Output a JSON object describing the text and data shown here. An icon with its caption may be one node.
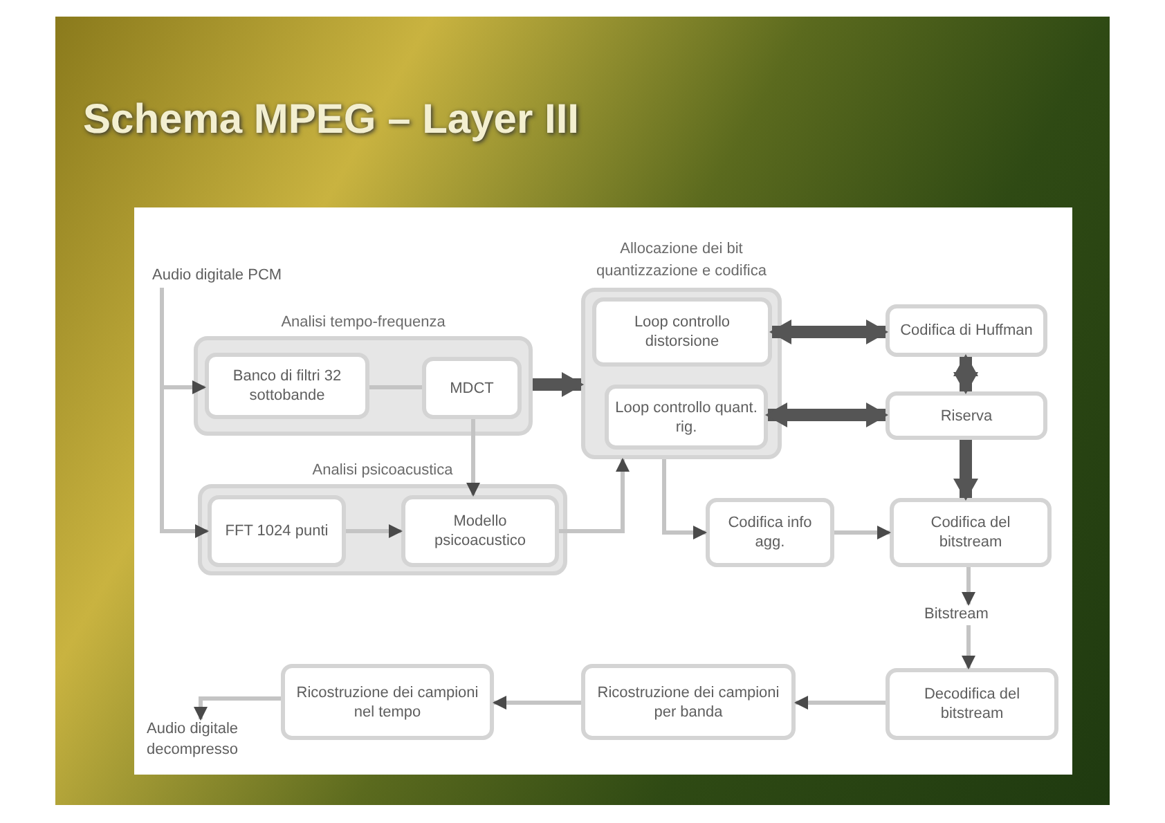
{
  "diagram": {
    "title": "Schema MPEG – Layer III",
    "nodes": [
      {
        "text": [
          "Audio digitale PCM"
        ]
      },
      {
        "text": [
          "Analisi tempo-frequenza"
        ]
      },
      {
        "text": [
          "Banco di filtri 32 sottobande"
        ],
        "in": 1
      },
      {
        "text": [
          "MDCT"
        ],
        "in": 1
      },
      {
        "text": [
          "Analisi psicoacustica"
        ]
      },
      {
        "text": [
          "FFT 1024 punti"
        ],
        "in": 4
      },
      {
        "text": [
          "Modello psicoacustico"
        ],
        "in": 4
      },
      {
        "text": [
          "Allocazione dei bit quantizzazione e codifica"
        ]
      },
      {
        "text": [
          "Loop controllo distorsione"
        ],
        "in": 7
      },
      {
        "text": [
          "Loop controllo quant. rig."
        ],
        "in": 7
      },
      {
        "text": [
          "Codifica di Huffman"
        ]
      },
      {
        "text": [
          "Riserva"
        ]
      },
      {
        "text": [
          "Codifica info agg."
        ]
      },
      {
        "text": [
          "Codifica del bitstream"
        ]
      },
      {
        "text": [
          "Bitstream"
        ]
      },
      {
        "text": [
          "Decodifica del bitstream"
        ]
      },
      {
        "text": [
          "Ricostruzione dei campioni per banda"
        ]
      },
      {
        "text": [
          "Ricostruzione dei campioni nel tempo"
        ]
      },
      {
        "text": [
          "Audio digitale decompresso"
        ]
      }
    ],
    "edges": [
      {
        "from": 0,
        "to": 2,
        "arrow": "to"
      },
      {
        "from": 0,
        "to": 5,
        "arrow": "to"
      },
      {
        "from": 2,
        "to": 3,
        "arrow": "none"
      },
      {
        "from": 3,
        "to": 6,
        "arrow": "to"
      },
      {
        "from": 5,
        "to": 6,
        "arrow": "to"
      },
      {
        "from": 6,
        "to": 7,
        "arrow": "to"
      },
      {
        "from": 1,
        "to": 7,
        "arrow": "to",
        "style": "thick",
        "color": "#555555"
      },
      {
        "from": 8,
        "to": 10,
        "arrow": "both",
        "style": "thick",
        "color": "#555555"
      },
      {
        "from": 9,
        "to": 11,
        "arrow": "both",
        "style": "thick",
        "color": "#555555"
      },
      {
        "from": 10,
        "to": 11,
        "arrow": "both",
        "style": "thick",
        "color": "#555555"
      },
      {
        "from": 11,
        "to": 13,
        "arrow": "to",
        "style": "thick",
        "color": "#555555"
      },
      {
        "from": 7,
        "to": 12,
        "arrow": "to"
      },
      {
        "from": 12,
        "to": 13,
        "arrow": "to"
      },
      {
        "from": 13,
        "to": 14,
        "arrow": "to"
      },
      {
        "from": 14,
        "to": 15,
        "arrow": "to"
      },
      {
        "from": 15,
        "to": 16,
        "arrow": "to"
      },
      {
        "from": 16,
        "to": 17,
        "arrow": "to"
      },
      {
        "from": 17,
        "to": 18,
        "arrow": "to"
      }
    ]
  }
}
